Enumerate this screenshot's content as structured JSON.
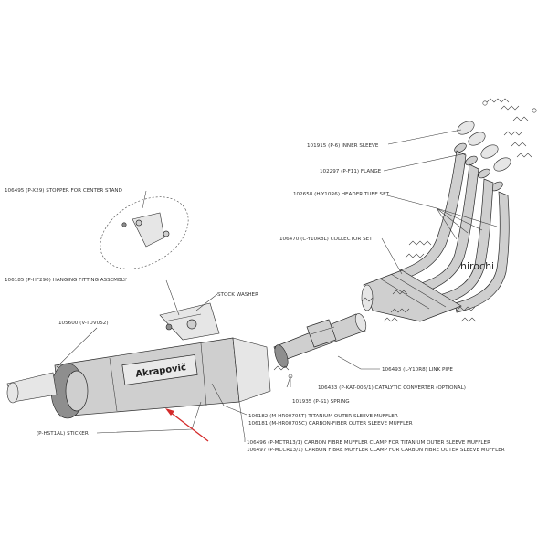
{
  "watermark": "hirochi",
  "logo_text": "Akrapovič",
  "colors": {
    "arrow": "#d42a2a",
    "line": "#3a3a3a",
    "metal": "#cfcfcf"
  },
  "labels": {
    "inner_sleeve": "101915 (P-6) INNER SLEEVE",
    "flange": "102297 (P-F11) FLANGE",
    "header_tube_set": "102658 (H-Y10R6) HEADER TUBE SET",
    "collector_set": "106470 (C-Y10R8L) COLLECTOR SET",
    "stopper": "106495 (P-X29) STOPPER FOR CENTER STAND",
    "hanging_fitting": "106185 (P-HF290) HANGING FITTING ASSEMBLY",
    "stock_washer": "STOCK WASHER",
    "end_cap": "105600 (V-TUV052)",
    "link_pipe": "106493 (L-Y10R8) LINK PIPE",
    "catalytic": "106433 (P-KAT-006/1) CATALYTIC CONVERTER (OPTIONAL)",
    "spring": "101935 (P-S1) SPRING",
    "sticker": "(P-HST1AL) STICKER",
    "ti_sleeve": "106182 (M-HR00705T) TITANIUM OUTER SLEEVE MUFFLER",
    "cf_sleeve": "106181 (M-HR00705C) CARBON-FIBER OUTER SLEEVE MUFFLER",
    "clamp_ti": "106496 (P-MCTR13/1) CARBON FIBRE MUFFLER CLAMP FOR TITANIUM OUTER SLEEVE MUFFLER",
    "clamp_cf": "106497 (P-MCCR13/1) CARBON FIBRE MUFFLER CLAMP FOR CARBON FIBRE OUTER SLEEVE MUFFLER"
  }
}
